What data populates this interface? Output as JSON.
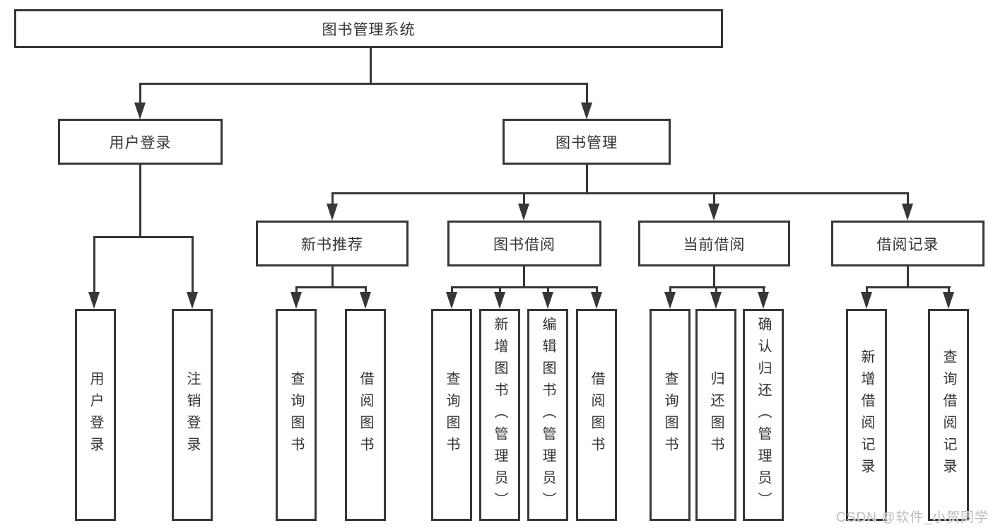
{
  "diagram": {
    "root": {
      "label": "图书管理系统"
    },
    "level2": [
      {
        "label": "用户登录"
      },
      {
        "label": "图书管理"
      }
    ],
    "level3": [
      {
        "label": "新书推荐"
      },
      {
        "label": "图书借阅"
      },
      {
        "label": "当前借阅"
      },
      {
        "label": "借阅记录"
      }
    ],
    "leaves": [
      {
        "label": "用户登录"
      },
      {
        "label": "注销登录"
      },
      {
        "label": "查询图书"
      },
      {
        "label": "借阅图书"
      },
      {
        "label": "查询图书"
      },
      {
        "label": "新增图书（管理员）"
      },
      {
        "label": "编辑图书（管理员）"
      },
      {
        "label": "借阅图书"
      },
      {
        "label": "查询图书"
      },
      {
        "label": "归还图书"
      },
      {
        "label": "确认归还（管理员）"
      },
      {
        "label": "新增借阅记录"
      },
      {
        "label": "查询借阅记录"
      }
    ]
  },
  "watermark": "CSDN @软件_小贺同学",
  "colors": {
    "line": "#373737",
    "text": "#333333",
    "watermark": "#bdbdbd",
    "background": "#ffffff"
  }
}
